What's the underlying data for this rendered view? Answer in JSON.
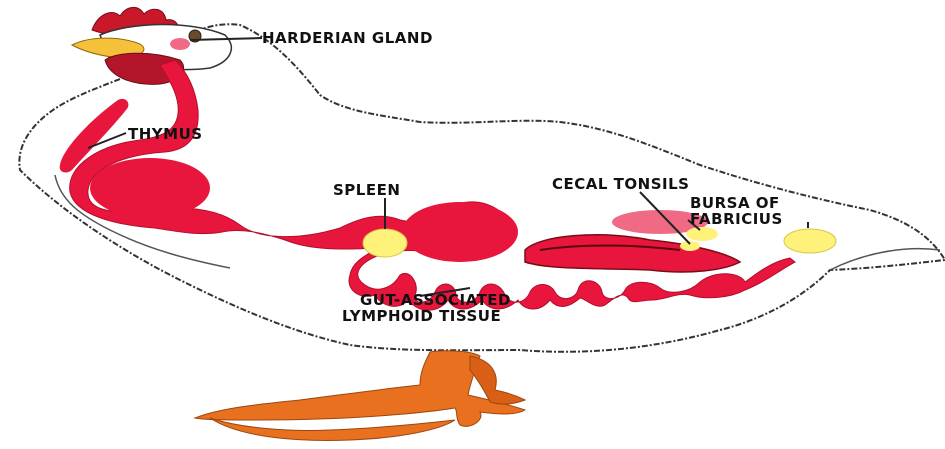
{
  "labels": {
    "harderian_gland": "HARDERIAN GLAND",
    "thymus": "THYMUS",
    "spleen": "SPLEEN",
    "cecal_tonsils": "CECAL TONSILS",
    "bursa_line1": "BURSA OF",
    "bursa_line2": "FABRICIUS",
    "gut_line1": "GUT-ASSOCIATED",
    "gut_line2": "LYMPHOID TISSUE"
  },
  "colors": {
    "organ_red": "#e8163c",
    "organ_pink": "#f06a86",
    "gland_yellow": "#fff27a",
    "comb_red": "#c8182a",
    "beak_yellow": "#f5c13a",
    "leg_orange": "#e8701e",
    "outline": "#333333"
  }
}
